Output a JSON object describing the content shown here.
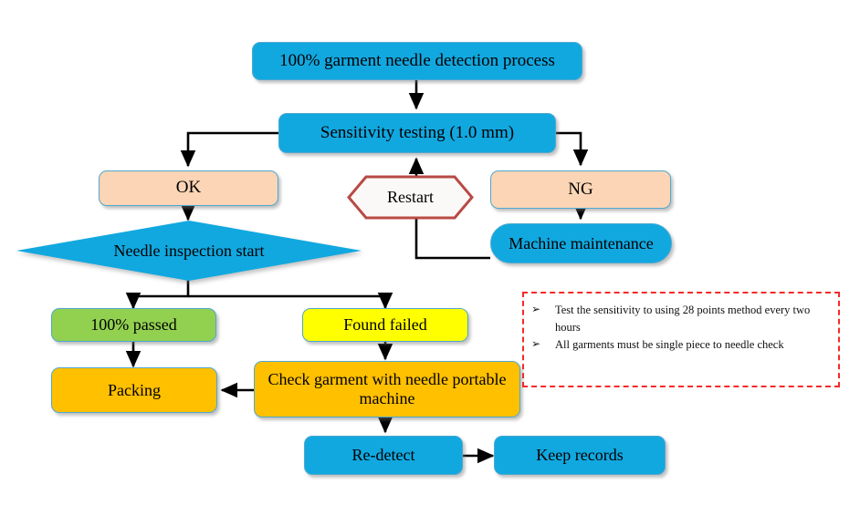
{
  "diagram": {
    "title": "100% garment needle detection process flowchart",
    "colors": {
      "blue": "#11A8E0",
      "peach": "#FBD5B5",
      "green": "#92D050",
      "yellow": "#FFFF00",
      "orange": "#FFC000",
      "note_border_red": "#F52A2A",
      "hexagon_border": "#B84A45",
      "node_border": "#4FA8CE",
      "arrow": "#000000",
      "background": "#FFFFFF"
    },
    "nodes": {
      "process_start": "100% garment needle detection process",
      "sensitivity_testing": "Sensitivity testing (1.0 mm)",
      "ok": "OK",
      "ng": "NG",
      "restart": "Restart",
      "machine_maintenance": "Machine maintenance",
      "needle_inspection_start": "Needle inspection start",
      "passed": "100% passed",
      "found_failed": "Found failed",
      "packing": "Packing",
      "check_garment": "Check garment with needle portable machine",
      "re_detect": "Re-detect",
      "keep_records": "Keep records"
    },
    "note": {
      "bullet_glyph": "➢",
      "items": [
        "Test the sensitivity to using 28 points method every two hours",
        "All garments must be single piece to needle check"
      ]
    }
  }
}
